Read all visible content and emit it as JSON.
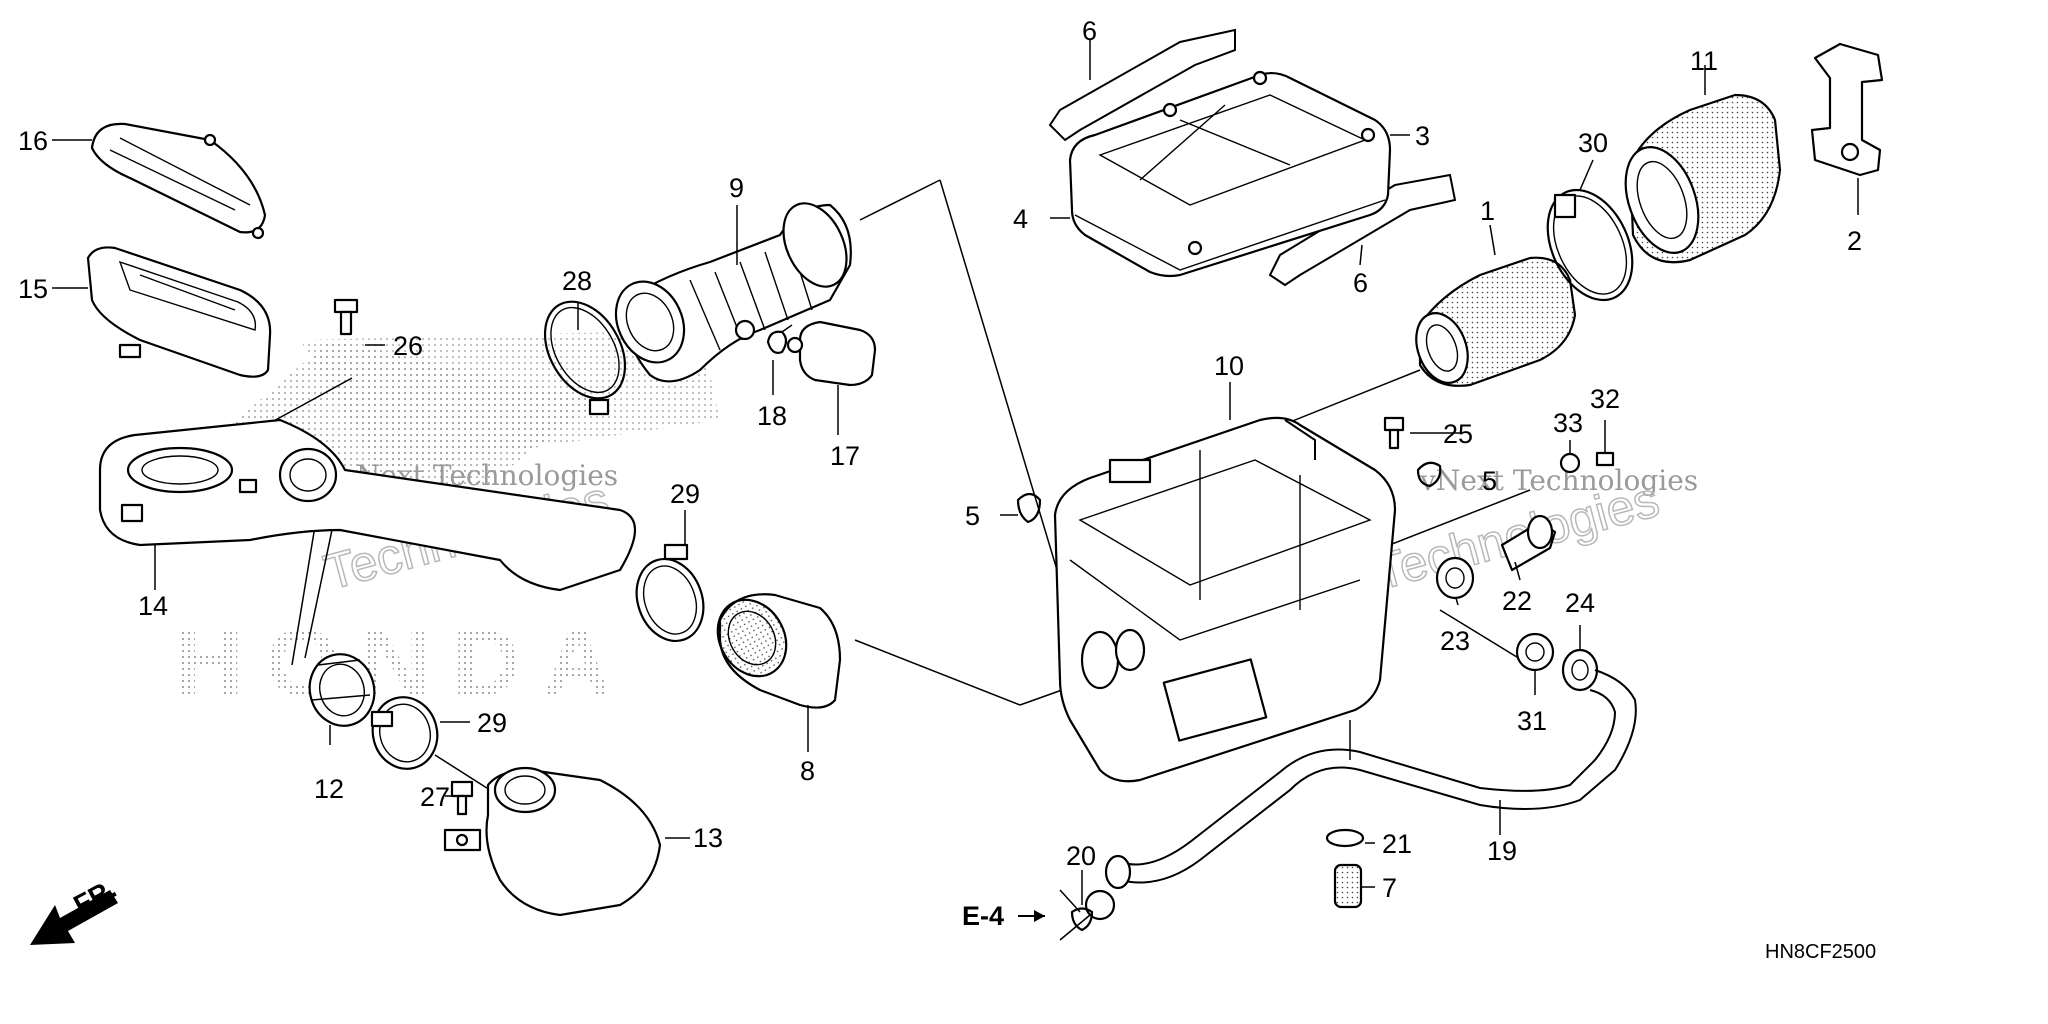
{
  "diagram": {
    "code": "HN8CF2500",
    "front_marker": "FR.",
    "ref": "E-4",
    "watermark_texts": [
      "vNext Technologies",
      "vNext Technologies",
      "Technologies",
      "Technologies"
    ],
    "brand_watermark": "HONDA",
    "callouts": [
      {
        "id": "c1",
        "label": "1"
      },
      {
        "id": "c2",
        "label": "2"
      },
      {
        "id": "c3",
        "label": "3"
      },
      {
        "id": "c4",
        "label": "4"
      },
      {
        "id": "c5a",
        "label": "5"
      },
      {
        "id": "c5b",
        "label": "5"
      },
      {
        "id": "c6a",
        "label": "6"
      },
      {
        "id": "c6b",
        "label": "6"
      },
      {
        "id": "c7",
        "label": "7"
      },
      {
        "id": "c8",
        "label": "8"
      },
      {
        "id": "c9",
        "label": "9"
      },
      {
        "id": "c10",
        "label": "10"
      },
      {
        "id": "c11",
        "label": "11"
      },
      {
        "id": "c12",
        "label": "12"
      },
      {
        "id": "c13",
        "label": "13"
      },
      {
        "id": "c14",
        "label": "14"
      },
      {
        "id": "c15",
        "label": "15"
      },
      {
        "id": "c16",
        "label": "16"
      },
      {
        "id": "c17",
        "label": "17"
      },
      {
        "id": "c18",
        "label": "18"
      },
      {
        "id": "c19",
        "label": "19"
      },
      {
        "id": "c20",
        "label": "20"
      },
      {
        "id": "c21",
        "label": "21"
      },
      {
        "id": "c22",
        "label": "22"
      },
      {
        "id": "c23",
        "label": "23"
      },
      {
        "id": "c24",
        "label": "24"
      },
      {
        "id": "c25",
        "label": "25"
      },
      {
        "id": "c26",
        "label": "26"
      },
      {
        "id": "c27",
        "label": "27"
      },
      {
        "id": "c28",
        "label": "28"
      },
      {
        "id": "c29a",
        "label": "29"
      },
      {
        "id": "c29b",
        "label": "29"
      },
      {
        "id": "c30",
        "label": "30"
      },
      {
        "id": "c31",
        "label": "31"
      },
      {
        "id": "c32",
        "label": "32"
      },
      {
        "id": "c33",
        "label": "33"
      }
    ]
  }
}
